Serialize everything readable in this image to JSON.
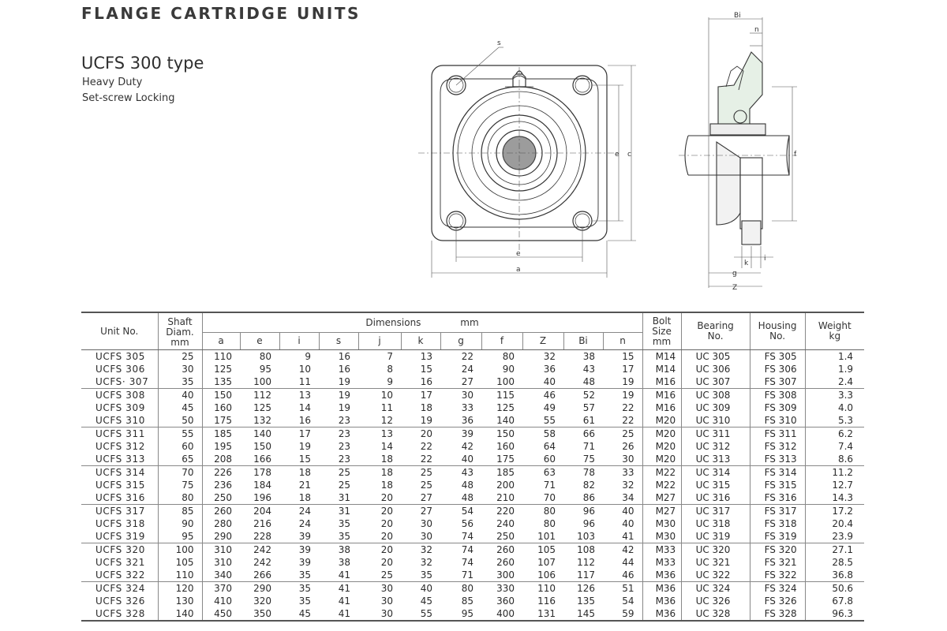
{
  "header": {
    "title": "FLANGE CARTRIDGE UNITS",
    "subtitle": "UCFS 300 type",
    "note1": "Heavy Duty",
    "note2": "Set-screw Locking"
  },
  "drawing_labels": {
    "s": "s",
    "e": "e",
    "a": "a",
    "c": "c",
    "f": "f",
    "Bi": "Bi",
    "n": "n",
    "k": "k",
    "i": "i",
    "g": "g",
    "Z": "Z"
  },
  "table": {
    "col_unit": "Unit No.",
    "col_shaft": "Shaft Diam.",
    "col_shaft_unit": "mm",
    "col_dims": "Dimensions",
    "col_dims_unit": "mm",
    "col_bolt": "Bolt Size",
    "col_bolt_unit": "mm",
    "col_bearing": "Bearing No.",
    "col_housing": "Housing No.",
    "col_weight": "Weight",
    "col_weight_unit": "kg",
    "sub": [
      "a",
      "e",
      "i",
      "s",
      "j",
      "k",
      "g",
      "f",
      "Z",
      "Bi",
      "n"
    ],
    "groups": [
      [
        [
          "UCFS 305",
          "25",
          "110",
          "80",
          "9",
          "16",
          "7",
          "13",
          "22",
          "80",
          "32",
          "38",
          "15",
          "M14",
          "UC 305",
          "FS 305",
          "1.4"
        ],
        [
          "UCFS 306",
          "30",
          "125",
          "95",
          "10",
          "16",
          "8",
          "15",
          "24",
          "90",
          "36",
          "43",
          "17",
          "M14",
          "UC 306",
          "FS 306",
          "1.9"
        ],
        [
          "UCFS· 307",
          "35",
          "135",
          "100",
          "11",
          "19",
          "9",
          "16",
          "27",
          "100",
          "40",
          "48",
          "19",
          "M16",
          "UC 307",
          "FS 307",
          "2.4"
        ]
      ],
      [
        [
          "UCFS 308",
          "40",
          "150",
          "112",
          "13",
          "19",
          "10",
          "17",
          "30",
          "115",
          "46",
          "52",
          "19",
          "M16",
          "UC 308",
          "FS 308",
          "3.3"
        ],
        [
          "UCFS 309",
          "45",
          "160",
          "125",
          "14",
          "19",
          "11",
          "18",
          "33",
          "125",
          "49",
          "57",
          "22",
          "M16",
          "UC 309",
          "FS 309",
          "4.0"
        ],
        [
          "UCFS 310",
          "50",
          "175",
          "132",
          "16",
          "23",
          "12",
          "19",
          "36",
          "140",
          "55",
          "61",
          "22",
          "M20",
          "UC 310",
          "FS 310",
          "5.3"
        ]
      ],
      [
        [
          "UCFS 311",
          "55",
          "185",
          "140",
          "17",
          "23",
          "13",
          "20",
          "39",
          "150",
          "58",
          "66",
          "25",
          "M20",
          "UC 311",
          "FS 311",
          "6.2"
        ],
        [
          "UCFS 312",
          "60",
          "195",
          "150",
          "19",
          "23",
          "14",
          "22",
          "42",
          "160",
          "64",
          "71",
          "26",
          "M20",
          "UC 312",
          "FS 312",
          "7.4"
        ],
        [
          "UCFS 313",
          "65",
          "208",
          "166",
          "15",
          "23",
          "18",
          "22",
          "40",
          "175",
          "60",
          "75",
          "30",
          "M20",
          "UC 313",
          "FS 313",
          "8.6"
        ]
      ],
      [
        [
          "UCFS 314",
          "70",
          "226",
          "178",
          "18",
          "25",
          "18",
          "25",
          "43",
          "185",
          "63",
          "78",
          "33",
          "M22",
          "UC 314",
          "FS 314",
          "11.2"
        ],
        [
          "UCFS 315",
          "75",
          "236",
          "184",
          "21",
          "25",
          "18",
          "25",
          "48",
          "200",
          "71",
          "82",
          "32",
          "M22",
          "UC 315",
          "FS 315",
          "12.7"
        ],
        [
          "UCFS 316",
          "80",
          "250",
          "196",
          "18",
          "31",
          "20",
          "27",
          "48",
          "210",
          "70",
          "86",
          "34",
          "M27",
          "UC 316",
          "FS 316",
          "14.3"
        ]
      ],
      [
        [
          "UCFS 317",
          "85",
          "260",
          "204",
          "24",
          "31",
          "20",
          "27",
          "54",
          "220",
          "80",
          "96",
          "40",
          "M27",
          "UC 317",
          "FS 317",
          "17.2"
        ],
        [
          "UCFS 318",
          "90",
          "280",
          "216",
          "24",
          "35",
          "20",
          "30",
          "56",
          "240",
          "80",
          "96",
          "40",
          "M30",
          "UC 318",
          "FS 318",
          "20.4"
        ],
        [
          "UCFS 319",
          "95",
          "290",
          "228",
          "39",
          "35",
          "20",
          "30",
          "74",
          "250",
          "101",
          "103",
          "41",
          "M30",
          "UC 319",
          "FS 319",
          "23.9"
        ]
      ],
      [
        [
          "UCFS 320",
          "100",
          "310",
          "242",
          "39",
          "38",
          "20",
          "32",
          "74",
          "260",
          "105",
          "108",
          "42",
          "M33",
          "UC 320",
          "FS 320",
          "27.1"
        ],
        [
          "UCFS 321",
          "105",
          "310",
          "242",
          "39",
          "38",
          "20",
          "32",
          "74",
          "260",
          "107",
          "112",
          "44",
          "M33",
          "UC 321",
          "FS 321",
          "28.5"
        ],
        [
          "UCFS 322",
          "110",
          "340",
          "266",
          "35",
          "41",
          "25",
          "35",
          "71",
          "300",
          "106",
          "117",
          "46",
          "M36",
          "UC 322",
          "FS 322",
          "36.8"
        ]
      ],
      [
        [
          "UCFS 324",
          "120",
          "370",
          "290",
          "35",
          "41",
          "30",
          "40",
          "80",
          "330",
          "110",
          "126",
          "51",
          "M36",
          "UC 324",
          "FS 324",
          "50.6"
        ],
        [
          "UCFS 326",
          "130",
          "410",
          "320",
          "35",
          "41",
          "30",
          "45",
          "85",
          "360",
          "116",
          "135",
          "54",
          "M36",
          "UC 326",
          "FS 326",
          "67.8"
        ],
        [
          "UCFS 328",
          "140",
          "450",
          "350",
          "45",
          "41",
          "30",
          "55",
          "95",
          "400",
          "131",
          "145",
          "59",
          "M36",
          "UC 328",
          "FS 328",
          "96.3"
        ]
      ]
    ]
  }
}
